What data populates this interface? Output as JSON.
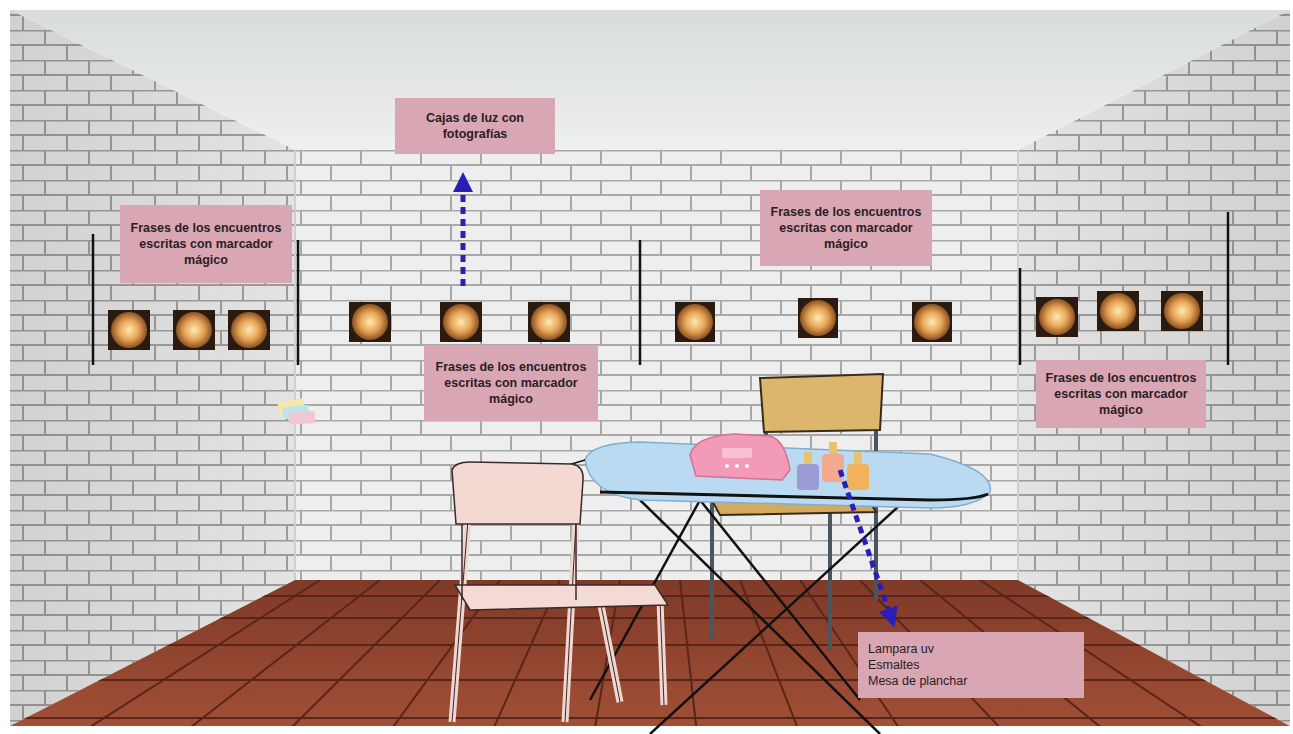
{
  "diagram": {
    "nodes": [
      {
        "text": [
          "Cajas de luz con fotografías"
        ]
      },
      {
        "text": [
          "Frases de los encuentros escritas con marcador mágico"
        ]
      },
      {
        "text": [
          "Frases de los encuentros escritas con marcador mágico"
        ]
      },
      {
        "text": [
          "Frases de los encuentros escritas con marcador mágico"
        ]
      },
      {
        "text": [
          "Frases de los encuentros escritas con marcador mágico"
        ]
      },
      {
        "text": [
          "Lampara uv",
          "Esmaltes",
          "Mesa de planchar"
        ]
      }
    ]
  }
}
